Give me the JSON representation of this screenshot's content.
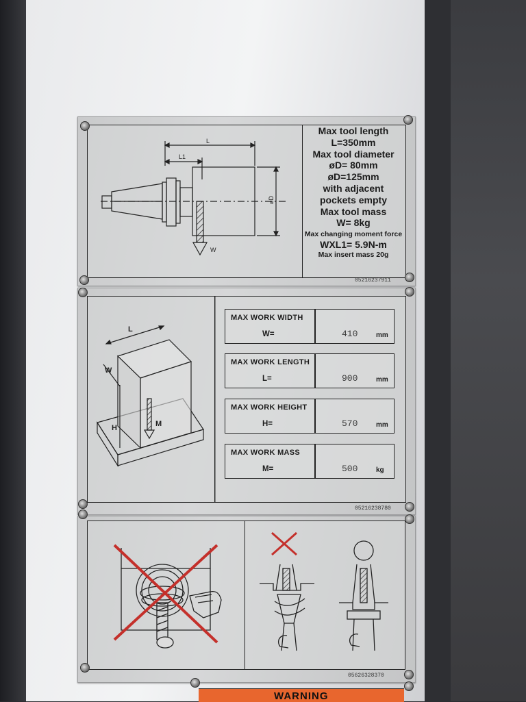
{
  "tool_plate": {
    "dim_L": "L",
    "dim_L1": "L1",
    "dim_D": "øD",
    "dim_W": "W",
    "max_tool_length_label": "Max tool length",
    "max_tool_length_value": "L=350mm",
    "max_tool_diameter_label": "Max tool diameter",
    "diameter_value_1": "øD= 80mm",
    "diameter_value_2": "øD=125mm",
    "adjacent_1": "with adjacent",
    "adjacent_2": "pockets empty",
    "max_tool_mass_label": "Max tool mass",
    "max_tool_mass_value": "W= 8kg",
    "moment_label": "Max changing moment force",
    "moment_value": "WXL1= 5.9N-m",
    "insert_mass": "Max insert mass 20g",
    "part_number": "05216237911"
  },
  "work_plate": {
    "dim_L": "L",
    "dim_W": "W",
    "dim_H": "H",
    "dim_M": "M",
    "rows": [
      {
        "label": "MAX WORK WIDTH",
        "symbol": "W=",
        "value": "410",
        "unit": "mm"
      },
      {
        "label": "MAX WORK LENGTH",
        "symbol": "L=",
        "value": "900",
        "unit": "mm"
      },
      {
        "label": "MAX WORK HEIGHT",
        "symbol": "H=",
        "value": "570",
        "unit": "mm"
      },
      {
        "label": "MAX WORK MASS",
        "symbol": "M=",
        "value": "500",
        "unit": "kg"
      }
    ],
    "part_number": "05216238780"
  },
  "caution_plate": {
    "part_number": "05626328370",
    "cross_color": "#c4302b"
  },
  "warning_label": {
    "text": "WARNING",
    "color": "#e8662e"
  }
}
